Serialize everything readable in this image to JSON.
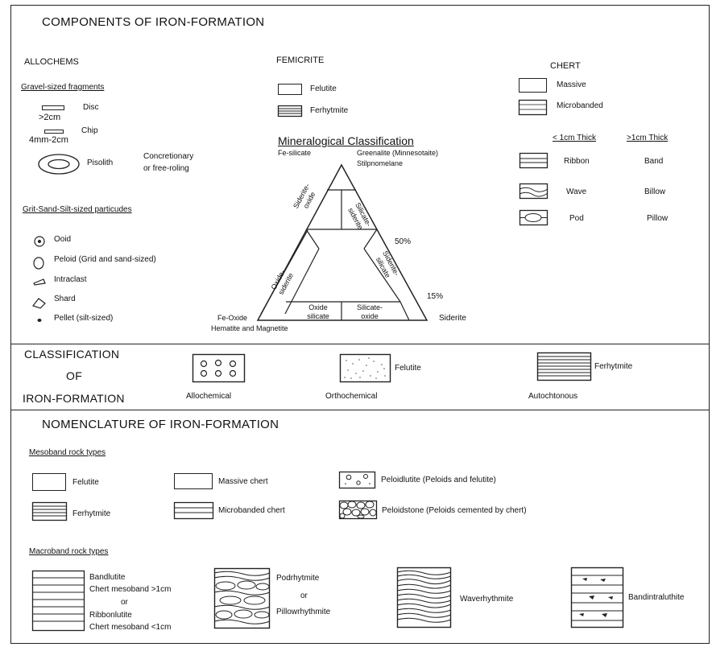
{
  "components": {
    "title": "COMPONENTS OF IRON-FORMATION",
    "allochems": {
      "heading": "ALLOCHEMS",
      "gravel_heading": "Gravel-sized fragments",
      "disc_label": "Disc",
      "disc_size": ">2cm",
      "chip_label": "Chip",
      "chip_size": "4mm-2cm",
      "pisolith_label": "Pisolith",
      "concretionary_1": "Concretionary",
      "concretionary_2": "or free-roling",
      "grit_heading": "Grit-Sand-Silt-sized particudes",
      "items": [
        "Ooid",
        "Peloid (Grid and sand-sized)",
        "Intraclast",
        "Shard",
        "Pellet (silt-sized)"
      ]
    },
    "femicrite": {
      "heading": "FEMICRITE",
      "felutite": "Felutite",
      "ferhytmite": "Ferhytmite"
    },
    "chert": {
      "heading": "CHERT",
      "massive": "Massive",
      "microbanded": "Microbanded",
      "thin_heading": "< 1cm Thick",
      "thick_heading": ">1cm Thick",
      "rows": [
        {
          "thin": "Ribbon",
          "thick": "Band"
        },
        {
          "thin": "Wave",
          "thick": "Billow"
        },
        {
          "thin": "Pod",
          "thick": "Pillow"
        }
      ]
    },
    "mineralogical": {
      "title": "Mineralogical Classification",
      "top_left": "Fe-silicate",
      "top_right_1": "Greenalite (Minnesotaite)",
      "top_right_2": "Stilpnomelane",
      "bottom_left_1": "Fe-Oxide",
      "bottom_left_2": "Hematite and Magnetite",
      "bottom_right": "Siderite",
      "pct_50": "50%",
      "pct_15": "15%",
      "cells": {
        "siderite_oxide": [
          "Siderite-",
          "oxide"
        ],
        "silicate_siderite": [
          "Silicate-",
          "siderite"
        ],
        "oxide_siderite": [
          "Oxide-",
          "siderite"
        ],
        "siderite_silicate": [
          "Siderite-",
          "silicate"
        ],
        "oxide_silicate": [
          "Oxide",
          "silicate"
        ],
        "silicate_oxide": [
          "Silicate-",
          "oxide"
        ]
      }
    }
  },
  "classification": {
    "title_1": "CLASSIFICATION",
    "title_2": "OF",
    "title_3": "IRON-FORMATION",
    "allochemical": "Allochemical",
    "felutite": "Felutite",
    "orthochemical": "Orthochemical",
    "ferhytmite": "Ferhytmite",
    "autochtonous": "Autochtonous"
  },
  "nomenclature": {
    "title": "NOMENCLATURE OF IRON-FORMATION",
    "mesoband_heading": "Mesoband rock types",
    "felutite": "Felutite",
    "massive_chert": "Massive chert",
    "peloidlutite": "Peloidlutite (Peloids and felutite)",
    "ferhytmite": "Ferhytmite",
    "microbanded_chert": "Microbanded chert",
    "peloidstone": "Peloidstone (Peloids cemented by chert)",
    "macroband_heading": "Macroband rock types",
    "bandlutite": "Bandlutite",
    "chert_gt": "Chert mesoband >1cm",
    "or": "or",
    "ribbonlutite": "Ribbonlutite",
    "chert_lt": "Chert mesoband <1cm",
    "podrhytmite": "Podrhytmite",
    "pillowrhythmite": "Pillowrhythmite",
    "waverhythmite": "Waverhythmite",
    "bandintraluthite": "Bandintraluthite"
  }
}
